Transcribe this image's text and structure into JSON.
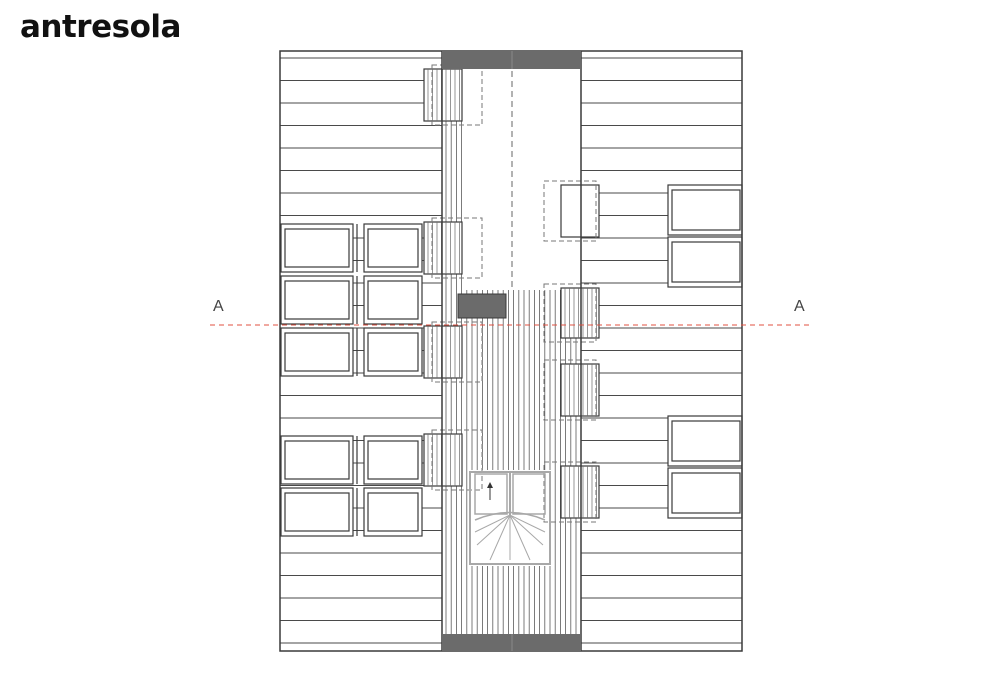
{
  "title": "antresola",
  "section": {
    "left_label": "A",
    "right_label": "A"
  },
  "colors": {
    "line": "#3a3a3a",
    "thin_line": "#4a4a4a",
    "wall_fill": "#6b6b6b",
    "section_line": "#e05040",
    "stair": "#a8a8a8"
  }
}
